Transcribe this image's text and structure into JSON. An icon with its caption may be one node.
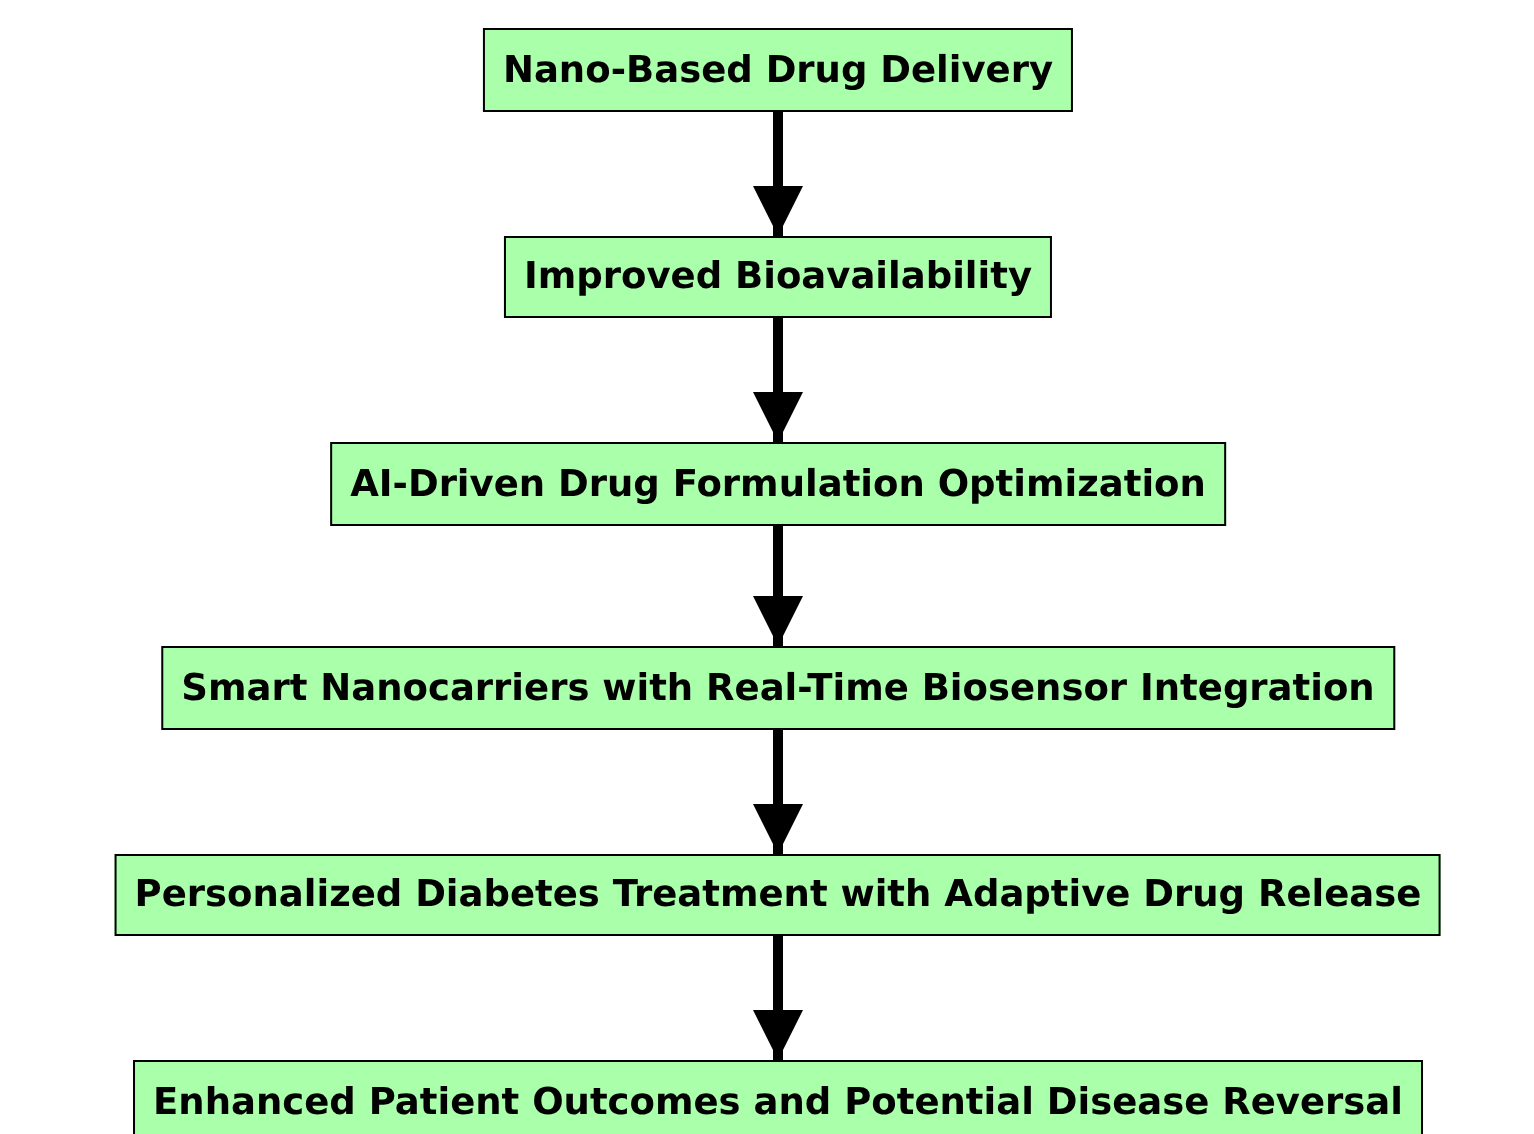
{
  "diagram": {
    "nodes": [
      {
        "text": [
          "Nano-Based Drug Delivery"
        ]
      },
      {
        "text": [
          "Improved Bioavailability"
        ]
      },
      {
        "text": [
          "AI-Driven Drug Formulation Optimization"
        ]
      },
      {
        "text": [
          "Smart Nanocarriers with Real-Time Biosensor Integration"
        ]
      },
      {
        "text": [
          "Personalized Diabetes Treatment with Adaptive Drug Release"
        ]
      },
      {
        "text": [
          "Enhanced Patient Outcomes and Potential Disease Reversal"
        ]
      }
    ],
    "edges": [
      {
        "from": 0,
        "to": 1,
        "arrow": "to"
      },
      {
        "from": 1,
        "to": 2,
        "arrow": "to"
      },
      {
        "from": 2,
        "to": 3,
        "arrow": "to"
      },
      {
        "from": 3,
        "to": 4,
        "arrow": "to"
      },
      {
        "from": 4,
        "to": 5,
        "arrow": "to"
      }
    ]
  }
}
